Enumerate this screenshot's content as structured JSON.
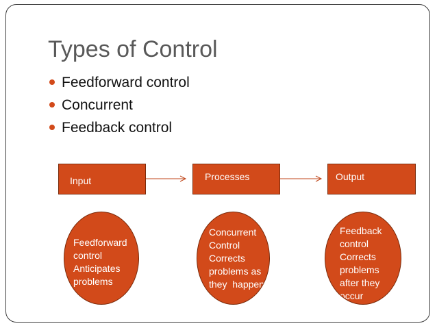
{
  "slide": {
    "title": "Types of Control",
    "accent_color": "#d24a1a",
    "bullets": [
      "Feedforward control",
      "Concurrent",
      "Feedback control"
    ]
  },
  "diagram": {
    "boxes": {
      "input": "Input",
      "processes": "Processes",
      "output": "Output"
    },
    "ovals": {
      "feedforward": "Feedforward\ncontrol\nAnticipates\nproblems",
      "concurrent": "Concurrent\nControl\nCorrects\nproblems as\nthey  happen",
      "feedback": "Feedback\ncontrol\nCorrects\nproblems\nafter they\noccur"
    }
  }
}
